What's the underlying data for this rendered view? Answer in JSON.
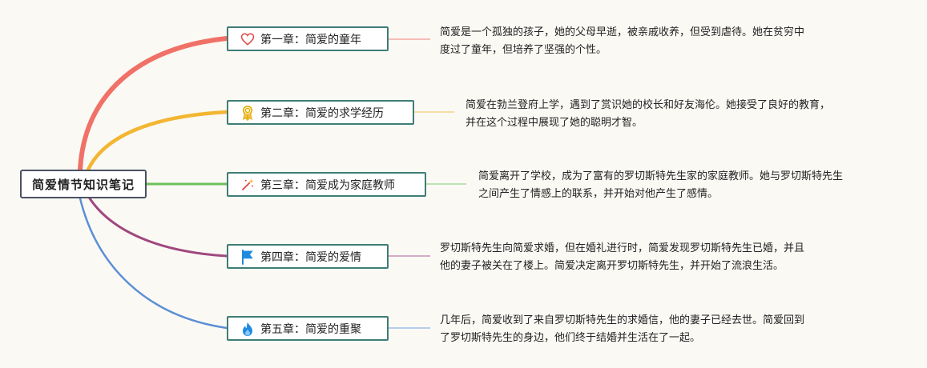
{
  "root": {
    "label": "简爱情节知识笔记"
  },
  "branches": [
    {
      "label": "第一章：简爱的童年",
      "icon": "heart-icon",
      "color": "#f07167",
      "note_lines": [
        "简爱是一个孤独的孩子，她的父母早逝，被亲戚收养，但受到虐待。她在贫穷中",
        "度过了童年，但培养了坚强的个性。"
      ]
    },
    {
      "label": "第二章：简爱的求学经历",
      "icon": "award-ribbon-icon",
      "color": "#f2b632",
      "note_lines": [
        "简爱在勃兰登府上学，遇到了赏识她的校长和好友海伦。她接受了良好的教育，",
        "并在这个过程中展现了她的聪明才智。"
      ]
    },
    {
      "label": "第三章：简爱成为家庭教师",
      "icon": "magic-wand-icon",
      "color": "#6cbf5a",
      "note_lines": [
        "简爱离开了学校，成为了富有的罗切斯特先生家的家庭教师。她与罗切斯特先生",
        "之间产生了情感上的联系，并开始对他产生了感情。"
      ]
    },
    {
      "label": "第四章：简爱的爱情",
      "icon": "flag-icon",
      "color": "#a0487f",
      "note_lines": [
        "罗切斯特先生向简爱求婚，但在婚礼进行时，简爱发现罗切斯特先生已婚，并且",
        "他的妻子被关在了楼上。简爱决定离开罗切斯特先生，并开始了流浪生活。"
      ]
    },
    {
      "label": "第五章：简爱的重聚",
      "icon": "flame-icon",
      "color": "#5b8fd4",
      "note_lines": [
        "几年后，简爱收到了来自罗切斯特先生的求婚信，他的妻子已经去世。简爱回到",
        "了罗切斯特先生的身边，他们终于结婚并生活在了一起。"
      ]
    }
  ]
}
